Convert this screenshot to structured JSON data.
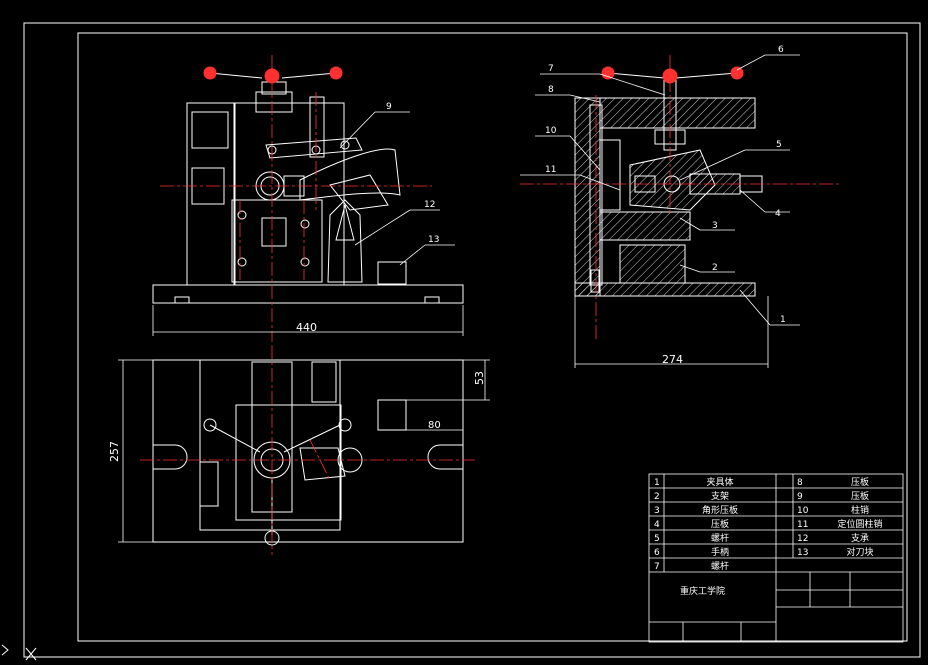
{
  "drawing": {
    "colors": {
      "background": "#000000",
      "outline": "#ffffff",
      "centerline": "#ff2020",
      "hatch": "#ffffff"
    },
    "front_view": {
      "dimension_width": "440",
      "labels": [
        "9",
        "12",
        "13"
      ]
    },
    "top_view": {
      "dimension_height": "257",
      "dimension_small": "53",
      "dimension_offset": "80"
    },
    "side_view": {
      "dimension_width": "274",
      "labels": [
        "1",
        "2",
        "3",
        "4",
        "5",
        "6",
        "7",
        "8",
        "10",
        "11"
      ]
    }
  },
  "parts_table": {
    "rows": [
      {
        "no_left": "1",
        "name_left": "夹具体",
        "no_right": "8",
        "name_right": "压板"
      },
      {
        "no_left": "2",
        "name_left": "支架",
        "no_right": "9",
        "name_right": "压板"
      },
      {
        "no_left": "3",
        "name_left": "角形压板",
        "no_right": "10",
        "name_right": "柱销"
      },
      {
        "no_left": "4",
        "name_left": "压板",
        "no_right": "11",
        "name_right": "定位圆柱销"
      },
      {
        "no_left": "5",
        "name_left": "螺杆",
        "no_right": "12",
        "name_right": "支承"
      },
      {
        "no_left": "6",
        "name_left": "手柄",
        "no_right": "13",
        "name_right": "对刀块"
      },
      {
        "no_left": "7",
        "name_left": "螺杆",
        "no_right": "",
        "name_right": ""
      }
    ],
    "school": "重庆工学院"
  }
}
